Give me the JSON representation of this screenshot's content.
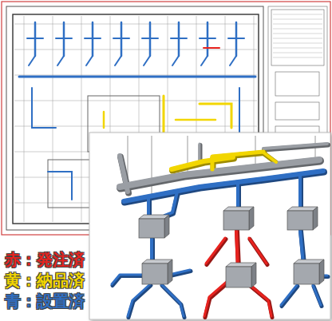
{
  "diagram": {
    "legend": [
      {
        "text": "赤：発注済",
        "color": "#e8231f"
      },
      {
        "text": "黄：納品済",
        "color": "#f2d600"
      },
      {
        "text": "青：設置済",
        "color": "#2f6fc4"
      }
    ]
  }
}
